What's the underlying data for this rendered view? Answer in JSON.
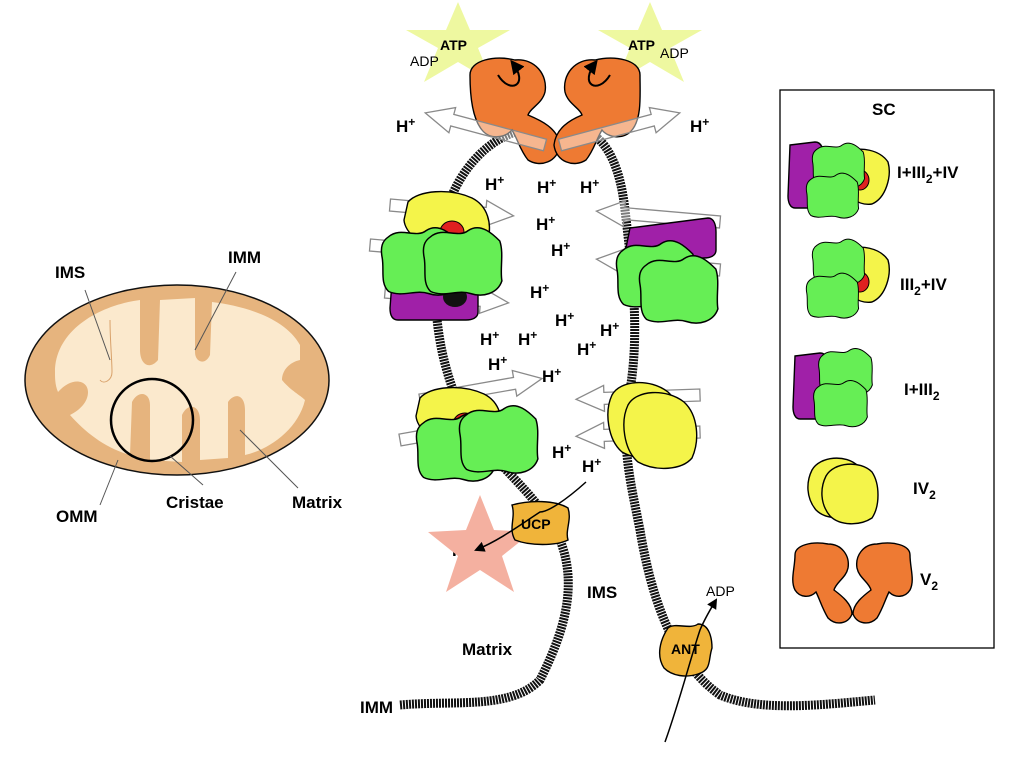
{
  "overview": {
    "labels": {
      "ims": "IMS",
      "imm": "IMM",
      "omm": "OMM",
      "cristae": "Cristae",
      "matrix": "Matrix"
    }
  },
  "crista": {
    "atp_left": "ATP",
    "adp_left": "ADP",
    "atp_right": "ATP",
    "adp_right": "ADP",
    "ucp": "UCP",
    "ant": "ANT",
    "adp_ant": "ADP",
    "ims": "IMS",
    "matrix": "Matrix",
    "imm": "IMM",
    "proton": "H",
    "proton_sup": "+"
  },
  "legend": {
    "title": "SC",
    "items": [
      {
        "main": "I+III",
        "sub": "2",
        "tail": "+IV"
      },
      {
        "main": "III",
        "sub": "2",
        "tail": "+IV"
      },
      {
        "main": "I+III",
        "sub": "2",
        "tail": ""
      },
      {
        "main": "IV",
        "sub": "2",
        "tail": ""
      },
      {
        "main": "V",
        "sub": "2",
        "tail": ""
      }
    ]
  },
  "colors": {
    "complex_I": "#a020a8",
    "complex_III": "#66ee55",
    "complex_IV": "#f4f44a",
    "complex_V": "#ee7a33",
    "cyt_c": "#e02020",
    "ucp_ant": "#f0b43a",
    "atp_star": "#eef8a0",
    "h_star": "#f4b0a0",
    "mito_outer": "#e6b47e",
    "mito_inner": "#fbe9cd",
    "membrane": "#111111"
  }
}
